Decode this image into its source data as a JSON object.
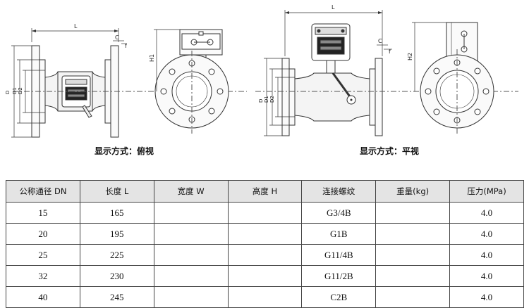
{
  "view_left": {
    "caption": "显示方式：俯视",
    "dims": {
      "L": "L",
      "C": "C",
      "f": "f",
      "H1": "H1",
      "D": "D",
      "D1": "D1",
      "D2": "D2"
    }
  },
  "view_right": {
    "caption": "显示方式：平视",
    "dims": {
      "L": "L",
      "C": "C",
      "f": "f",
      "H2": "H2",
      "D": "D",
      "D1": "D1",
      "D2": "D2"
    }
  },
  "table": {
    "headers": [
      "公称通径 DN",
      "长度 L",
      "宽度 W",
      "高度 H",
      "连接螺纹",
      "重量(kg)",
      "压力(MPa)"
    ],
    "rows": [
      [
        "15",
        "165",
        "",
        "",
        "G3/4B",
        "",
        "4.0"
      ],
      [
        "20",
        "195",
        "",
        "",
        "G1B",
        "",
        "4.0"
      ],
      [
        "25",
        "225",
        "",
        "",
        "G11/4B",
        "",
        "4.0"
      ],
      [
        "32",
        "230",
        "",
        "",
        "G11/2B",
        "",
        "4.0"
      ],
      [
        "40",
        "245",
        "",
        "",
        "C2B",
        "",
        "4.0"
      ]
    ]
  }
}
